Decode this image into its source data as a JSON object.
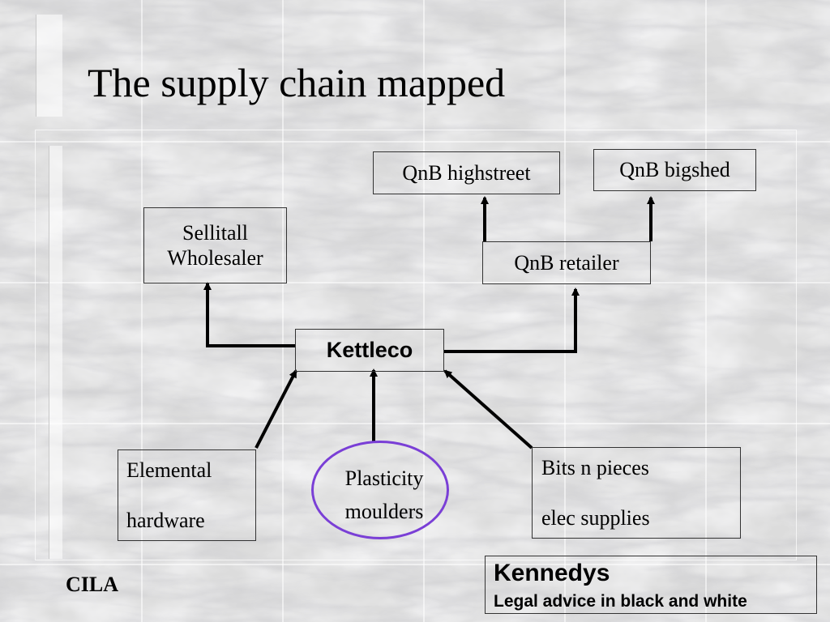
{
  "slide": {
    "title": "The supply chain mapped",
    "footer_left": "CILA",
    "brand": {
      "name": "Kennedys",
      "tagline": "Legal advice in black and white"
    }
  },
  "diagram": {
    "hub": {
      "label": "Kettleco"
    },
    "wholesaler": {
      "line1": "Sellitall",
      "line2": "Wholesaler"
    },
    "retailer": {
      "label": "QnB retailer"
    },
    "highstreet": {
      "label": "QnB highstreet"
    },
    "bigshed": {
      "label": "QnB bigshed"
    },
    "elemental": {
      "line1": "Elemental",
      "line2": "hardware"
    },
    "plasticity": {
      "line1": "Plasticity",
      "line2": "moulders"
    },
    "bits": {
      "line1": "Bits n pieces",
      "line2": "elec supplies"
    }
  },
  "colors": {
    "box_border": "#333333",
    "highlight_ellipse": "#7a3fd6",
    "arrow": "#000000"
  }
}
